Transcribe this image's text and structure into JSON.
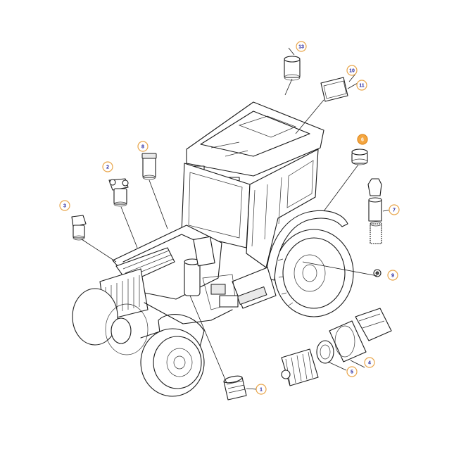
{
  "callouts": [
    {
      "id": "c1",
      "label": "1"
    },
    {
      "id": "c2",
      "label": "2"
    },
    {
      "id": "c3",
      "label": "3"
    },
    {
      "id": "c4",
      "label": "4"
    },
    {
      "id": "c5",
      "label": "5"
    },
    {
      "id": "c6",
      "label": "6",
      "highlighted": true
    },
    {
      "id": "c7",
      "label": "7"
    },
    {
      "id": "c8",
      "label": "8"
    },
    {
      "id": "c9",
      "label": "9"
    },
    {
      "id": "c10",
      "label": "10"
    },
    {
      "id": "c11",
      "label": "11"
    },
    {
      "id": "c13",
      "label": "13"
    }
  ],
  "colors": {
    "callout_ring": "#e8a54a",
    "callout_highlight": "#f4a640",
    "callout_text": "#1a1a9a",
    "line_art": "#1a1a1a"
  }
}
